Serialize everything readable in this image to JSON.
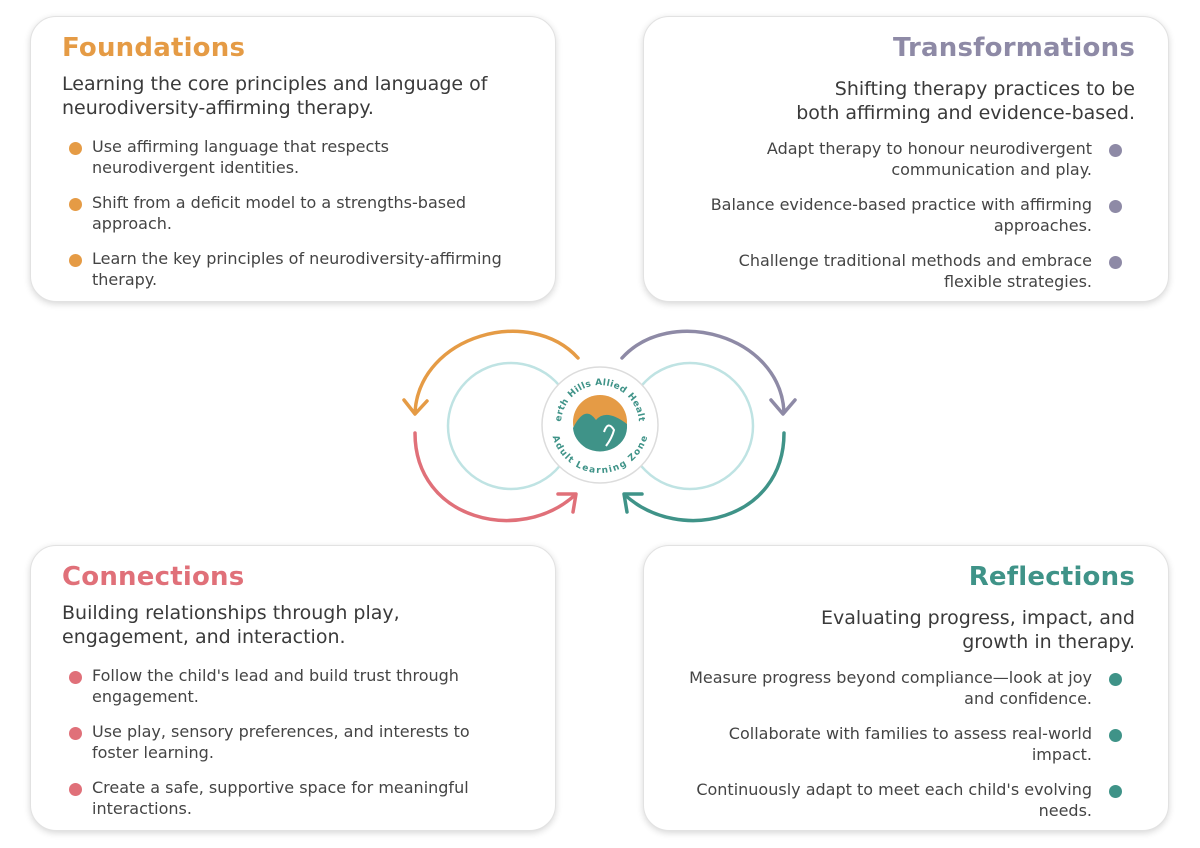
{
  "colors": {
    "foundations": "#e59b45",
    "transformations": "#8e8aa6",
    "connections": "#e07079",
    "reflections": "#3f9388",
    "ring": "#bfe3e3"
  },
  "cards": {
    "foundations": {
      "title": "Foundations",
      "subtitle": "Learning the core principles and language of neurodiversity-affirming therapy.",
      "items": [
        "Use affirming language that respects neurodivergent identities.",
        "Shift from a deficit model to a strengths-based approach.",
        "Learn the key principles of neurodiversity-affirming therapy."
      ]
    },
    "transformations": {
      "title": "Transformations",
      "subtitle": "Shifting therapy practices to be both affirming and evidence-based.",
      "items": [
        "Adapt therapy to honour neurodivergent communication and play.",
        "Balance evidence-based practice with affirming approaches.",
        "Challenge traditional methods and embrace flexible strategies."
      ]
    },
    "connections": {
      "title": "Connections",
      "subtitle": "Building relationships through play, engagement, and interaction.",
      "items": [
        "Follow the child's lead and build trust through engagement.",
        "Use play, sensory preferences, and interests to foster learning.",
        "Create a safe, supportive space for meaningful interactions."
      ]
    },
    "reflections": {
      "title": "Reflections",
      "subtitle": "Evaluating progress, impact, and growth in therapy.",
      "items": [
        "Measure progress beyond compliance—look at joy and confidence.",
        "Collaborate with families to assess real-world impact.",
        "Continuously adapt to meet each child's evolving needs."
      ]
    }
  },
  "logo": {
    "top_text": "Perth Hills Allied Health",
    "bottom_text": "Adult Learning Zone"
  }
}
